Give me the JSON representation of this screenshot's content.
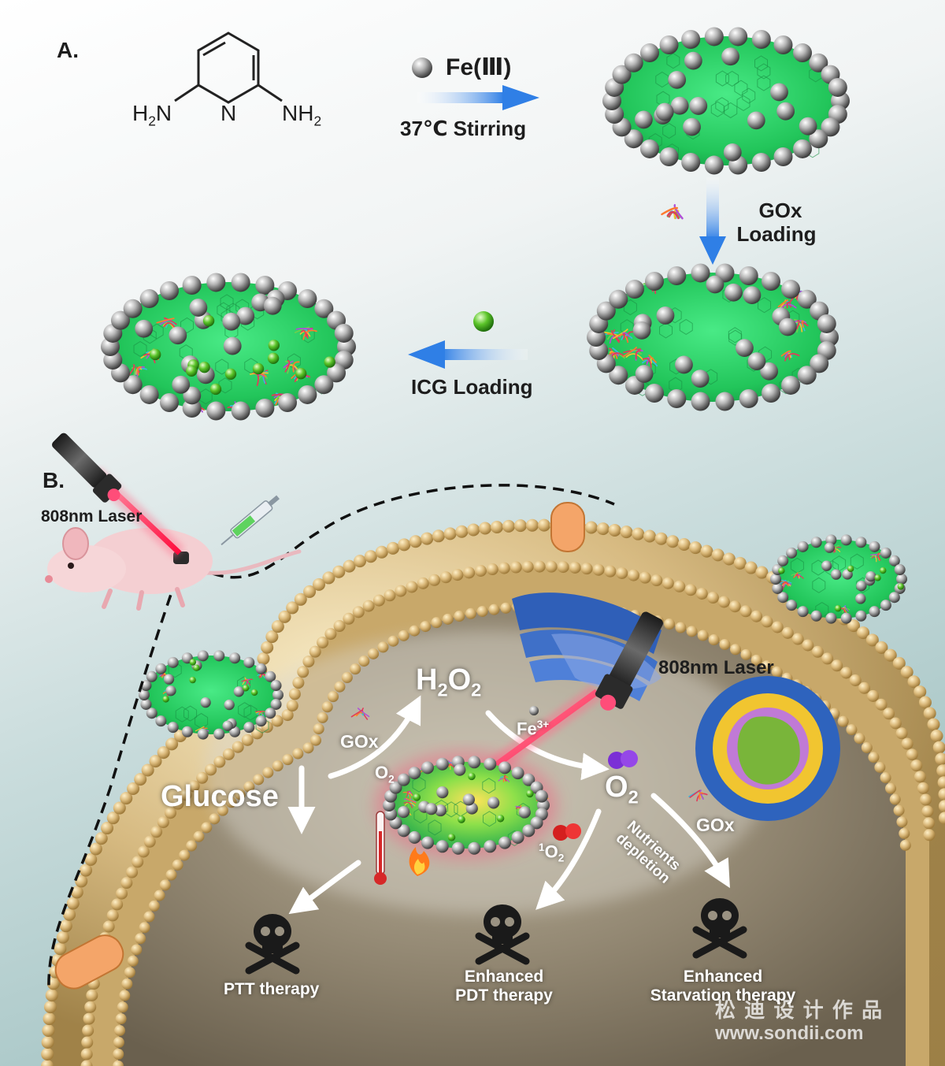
{
  "panel_a": {
    "label": "A.",
    "molecule": {
      "left_group": "H2N",
      "ring_atom": "N",
      "right_group": "NH2"
    },
    "step1": {
      "reagent": "Fe(Ⅲ)",
      "condition": "37℃  Stirring"
    },
    "step2": {
      "line1": "GOx",
      "line2": "Loading"
    },
    "step3": {
      "text": "ICG Loading"
    }
  },
  "panel_b": {
    "label": "B.",
    "laser_mouse": "808nm Laser",
    "laser_cell": "808nm Laser",
    "h2o2": {
      "main": "H",
      "sub1": "2",
      "mid": "O",
      "sub2": "2"
    },
    "fe": {
      "main": "Fe",
      "sup": "3+"
    },
    "o2_small": {
      "main": "O",
      "sub": "2"
    },
    "o2_big": {
      "main": "O",
      "sub": "2"
    },
    "singlet": {
      "sup": "1",
      "main": "O",
      "sub": "2"
    },
    "gox_left": "GOx",
    "gox_right": "GOx",
    "glucose": "Glucose",
    "nutrients": {
      "line1": "Nutrients",
      "line2": "depletion"
    },
    "ptt": "PTT therapy",
    "pdt": {
      "line1": "Enhanced",
      "line2": "PDT therapy"
    },
    "starvation": {
      "line1": "Enhanced",
      "line2": "Starvation therapy"
    }
  },
  "watermark": {
    "line1": "松 迪 设 计 作 品",
    "line2": "www.sondii.com"
  },
  "colors": {
    "nanosheet": "#2fd66b",
    "fe_sphere": "#9a9a9a",
    "icg": "#5cc52a",
    "arrow_blue": "#3a8ff0",
    "membrane": "#d7b57a",
    "laser": "#ff2a55"
  }
}
